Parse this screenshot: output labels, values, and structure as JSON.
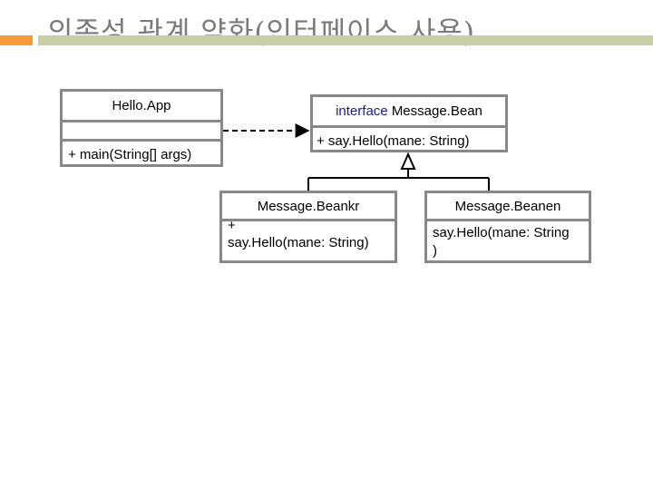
{
  "slide": {
    "title": "의존성 관계 약화(인터페이스 사용)"
  },
  "diagram": {
    "classes": {
      "hello_app": {
        "name": "Hello.App",
        "method": "+ main(String[] args)"
      },
      "message_bean": {
        "stereotype": "interface",
        "name": "Message.Bean",
        "method": "+ say.Hello(mane: String)"
      },
      "message_bean_kr": {
        "name": "Message.Beankr",
        "method_line1": "+",
        "method_line2": "say.Hello(mane: String)"
      },
      "message_bean_en": {
        "name": "Message.Beanen",
        "method_line1": "say.Hello(mane: String",
        "method_line2": ")"
      }
    },
    "relationships": [
      {
        "type": "dependency",
        "from": "Hello.App",
        "to": "Message.Bean"
      },
      {
        "type": "realization",
        "from": "Message.Beankr",
        "to": "Message.Bean"
      },
      {
        "type": "realization",
        "from": "Message.Beanen",
        "to": "Message.Bean"
      }
    ]
  },
  "colors": {
    "title_text": "#7a7a7a",
    "accent_orange": "#f39a3a",
    "accent_olive": "#c9cfa5",
    "box_border": "#888888",
    "line": "#000000"
  }
}
